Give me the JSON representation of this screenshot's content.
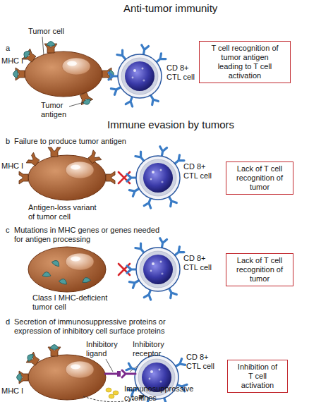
{
  "diagram": {
    "title": "Anti-tumor immunity",
    "nodes": [
      {
        "text": [
          "T cell recognition of tumor antigen leading to T cell activation"
        ]
      },
      {
        "text": [
          "Lack of T cell recognition of tumor"
        ]
      },
      {
        "text": [
          "Lack of T cell recognition of tumor"
        ]
      },
      {
        "text": [
          "Inhibition of T cell activation"
        ]
      }
    ],
    "labels": [
      "a",
      "Tumor cell",
      "MHC I",
      "Tumor antigen",
      "CD 8+ CTL cell",
      "Immune evasion by tumors",
      "b",
      "Failure to produce tumor antigen",
      "MHC I",
      "Antigen-loss variant of tumor cell",
      "CD 8+ CTL cell",
      "c",
      "Mutations in MHC genes or genes needed for antigen processing",
      "CD 8+ CTL cell",
      "Class I MHC-deficient tumor cell",
      "d",
      "Secretion of immunosuppressive proteins or expression of inhibitory cell surface proteins",
      "Inhibitory ligand",
      "Inhibitory receptor",
      "MHC I",
      "CD 8+ CTL cell",
      "Immunosuppressive cytokines"
    ]
  }
}
